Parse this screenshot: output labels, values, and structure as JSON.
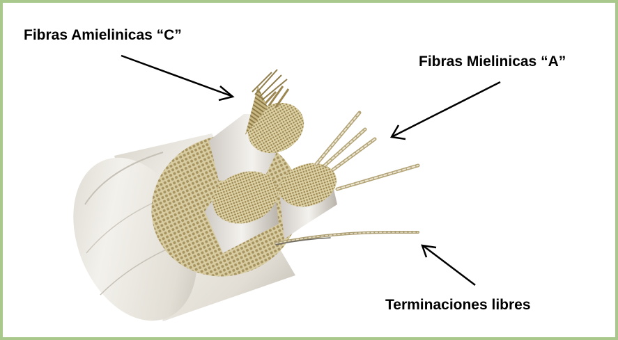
{
  "labels": {
    "unmyelinated": "Fibras Amielinicas “C”",
    "myelinated": "Fibras Mielinicas “A”",
    "free_endings": "Terminaciones libres"
  },
  "colors": {
    "frame": "#a8c88c",
    "sheath": "#e6e2da",
    "fascicle_cross_section": "#c8b888",
    "axon": "#a39060",
    "arrow": "#000000"
  }
}
